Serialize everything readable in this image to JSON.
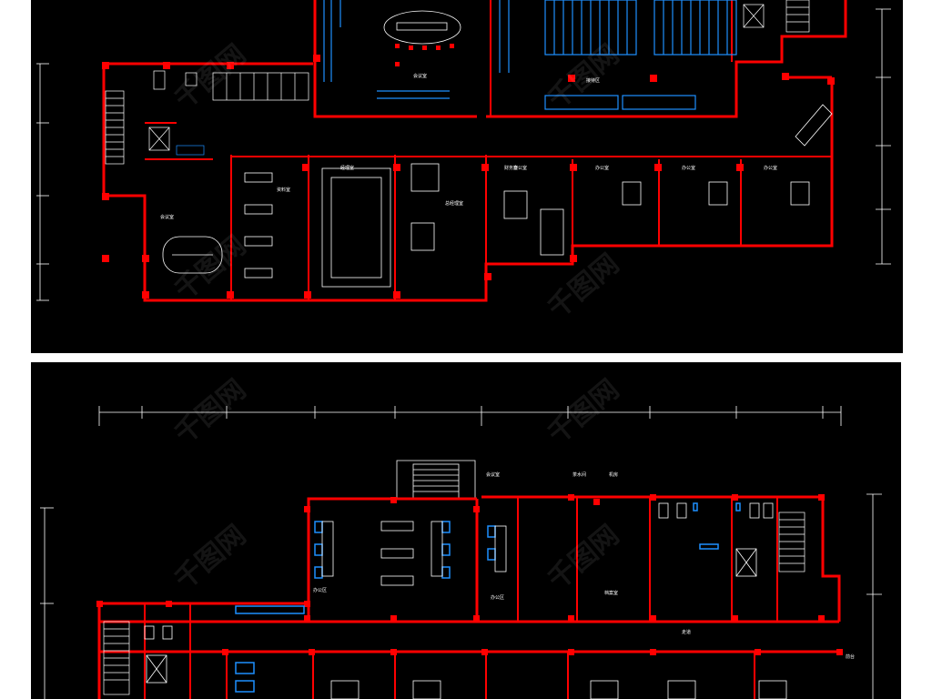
{
  "watermark": "千图网",
  "colors": {
    "background": "#000000",
    "page": "#ffffff",
    "wall": "#ff0000",
    "line": "#ffffff",
    "furniture_blue": "#1e90ff"
  },
  "top_plan": {
    "room_labels": [
      "会议室",
      "经理室",
      "财务室",
      "办公室",
      "办公室",
      "办公室",
      "办公室",
      "接待区",
      "会议室",
      "资料室",
      "总经理室"
    ]
  },
  "bottom_plan": {
    "room_labels": [
      "办公区",
      "会议室",
      "办公区",
      "茶水间",
      "机房",
      "档案室",
      "走道",
      "前台"
    ]
  }
}
